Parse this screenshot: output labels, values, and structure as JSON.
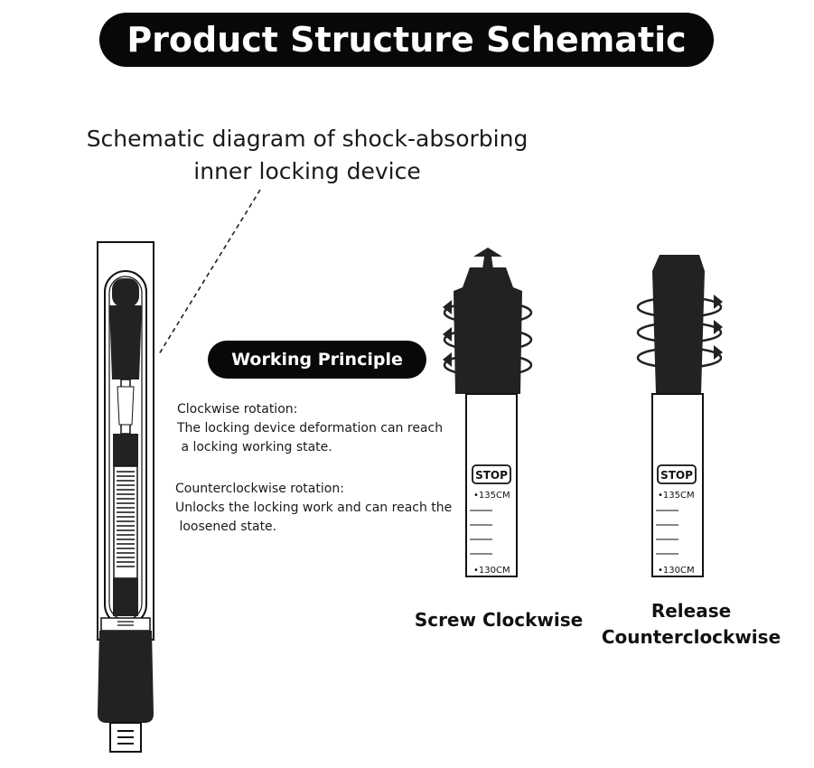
{
  "title": "Product Structure Schematic",
  "caption": {
    "line1": "Schematic diagram of shock-absorbing",
    "line2": "inner locking device"
  },
  "working_principle": {
    "heading": "Working Principle",
    "clockwise_title": "Clockwise rotation:",
    "clockwise_line1": "The locking device deformation can reach",
    "clockwise_line2": " a locking working state.",
    "counter_title": "Counterclockwise rotation:",
    "counter_line1": "Unlocks the locking work and can reach the",
    "counter_line2": " loosened state."
  },
  "tubes": [
    {
      "stop": "STOP",
      "mark_top": "•135CM",
      "mark_bottom": "•130CM",
      "label_line1": "Screw Clockwise",
      "label_line2": ""
    },
    {
      "stop": "STOP",
      "mark_top": "•135CM",
      "mark_bottom": "•130CM",
      "label_line1": "Release",
      "label_line2": "Counterclockwise"
    }
  ],
  "colors": {
    "ink": "#111111",
    "pill": "#080808",
    "background": "#ffffff"
  }
}
